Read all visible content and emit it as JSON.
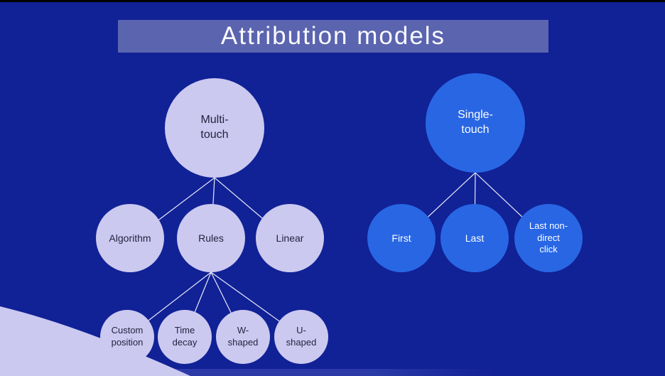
{
  "colors": {
    "background": "#112196",
    "lavender": "#CBC9F0",
    "blue": "#2866E4",
    "title_bar": "#5A64AF",
    "bottom_bar": "#2B3AA6",
    "connector": "#E9E9F7",
    "dark_text": "#23233F",
    "light_text": "#FFFFFF"
  },
  "header": {
    "title": "Attribution models"
  },
  "diagram": {
    "multi_touch": {
      "root": "Multi-\ntouch",
      "children": [
        "Algorithm",
        "Rules",
        "Linear"
      ],
      "rules_children": [
        "Custom\nposition",
        "Time\ndecay",
        "W-\nshaped",
        "U-\nshaped"
      ]
    },
    "single_touch": {
      "root": "Single-\ntouch",
      "children": [
        "First",
        "Last",
        "Last non-\ndirect\nclick"
      ]
    }
  }
}
